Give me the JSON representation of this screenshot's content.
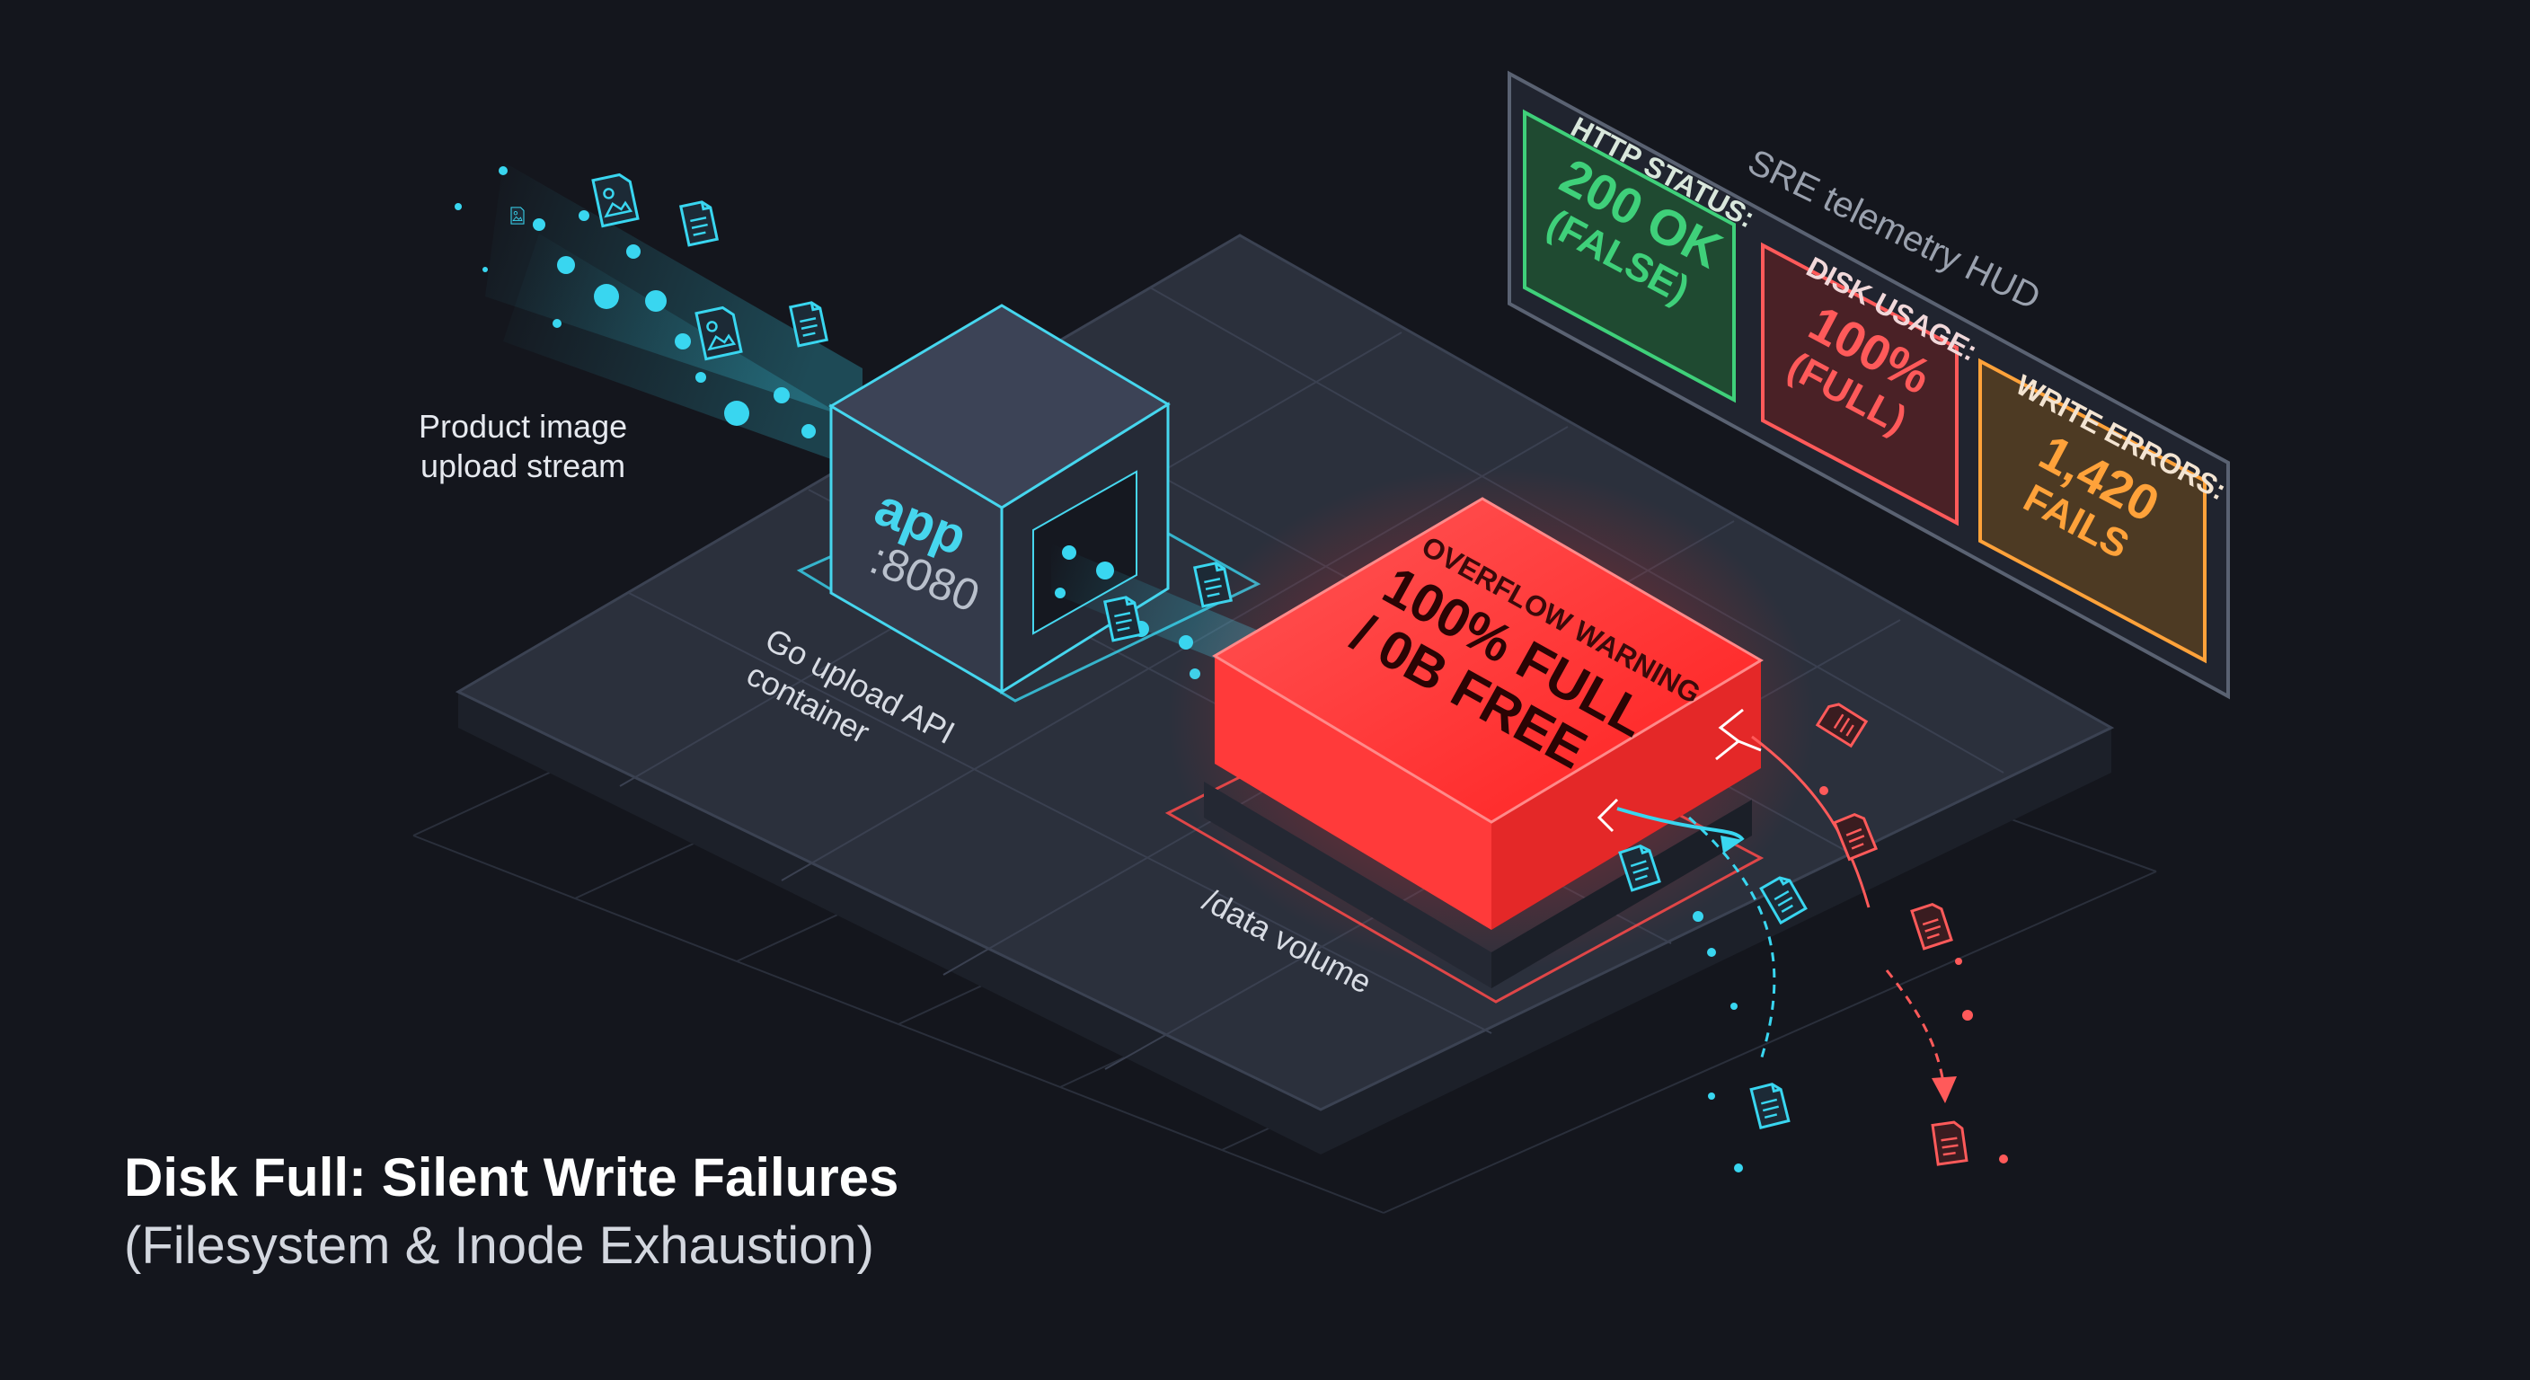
{
  "labels": {
    "stream": [
      "Product image",
      "upload stream"
    ],
    "container": [
      "Go upload API",
      "container"
    ],
    "volume": "/data volume"
  },
  "app_box": {
    "name": "app",
    "port": ":8080"
  },
  "overflow_box": {
    "warning": "OVERFLOW WARNING",
    "line1": "100% FULL",
    "line2": "/ 0B FREE"
  },
  "hud": {
    "title": "SRE telemetry HUD",
    "cards": [
      {
        "label": "HTTP STATUS:",
        "value": "200 OK",
        "note": "(FALSE)",
        "color": "#3fd07a"
      },
      {
        "label": "DISK USAGE:",
        "value": "100%",
        "note": "(FULL)",
        "color": "#ff5a5a"
      },
      {
        "label": "WRITE ERRORS:",
        "value": "1,420",
        "note": "FAILS",
        "color": "#ffa23a"
      }
    ]
  },
  "title": {
    "main": "Disk Full: Silent Write Failures",
    "sub": "(Filesystem & Inode Exhaustion)"
  },
  "colors": {
    "background": "#14161d",
    "platform": "#2b303c",
    "stream": "#39d6f0",
    "alert": "#ff3b3b",
    "ok": "#3fd07a",
    "warn": "#ffa23a"
  },
  "icons": [
    "file-icon",
    "image-file-icon",
    "crack-icon",
    "arrow-icon"
  ]
}
